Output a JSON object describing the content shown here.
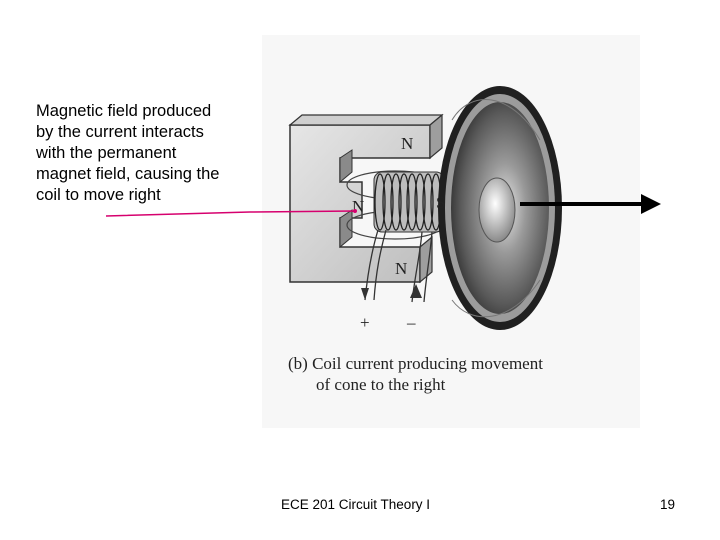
{
  "callout": {
    "lines": [
      "Magnetic field produced",
      "by the current interacts",
      "with the permanent",
      "magnet field, causing the",
      "coil to move right"
    ]
  },
  "figure": {
    "pole_labels": {
      "top": "N",
      "center": "N",
      "coil_end": "S",
      "bottom": "N"
    },
    "terminals": {
      "plus": "+",
      "minus": "–"
    },
    "caption_line1": "(b) Coil current producing movement",
    "caption_line2": "of cone to the right"
  },
  "footer": {
    "course": "ECE 201 Circuit Theory I",
    "page": "19"
  },
  "colors": {
    "pointer_line": "#d6006e",
    "arrow": "#000000",
    "magnet": "#dcdcdc"
  }
}
